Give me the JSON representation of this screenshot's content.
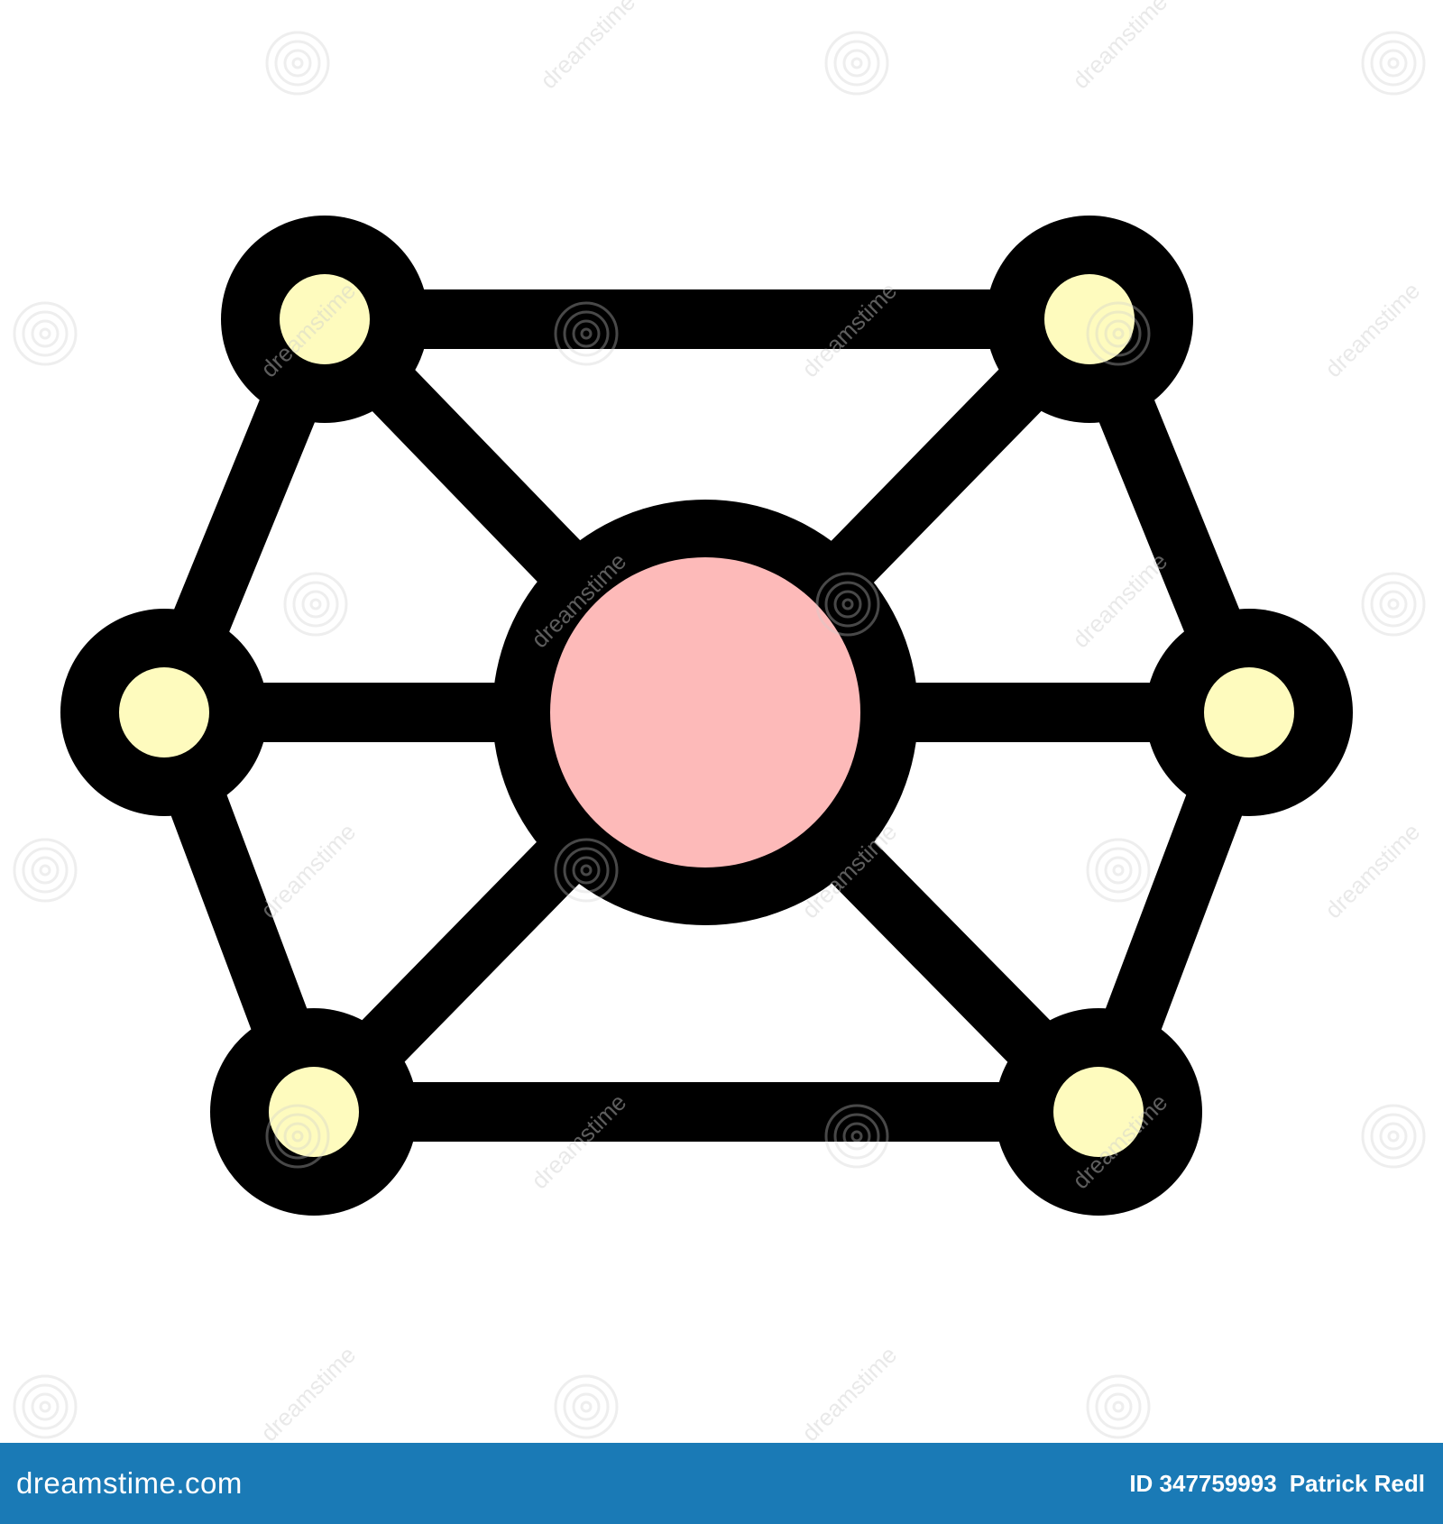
{
  "colors": {
    "stroke": "#000000",
    "hub_fill": "#fdbab9",
    "node_fill": "#fefbbe",
    "background": "#ffffff",
    "footer_bg": "#1a7ab6",
    "footer_text": "#ffffff",
    "watermark": "#cfcfcf"
  },
  "graph": {
    "hub": {
      "name": "hub"
    },
    "nodes": [
      {
        "name": "top-left"
      },
      {
        "name": "top-right"
      },
      {
        "name": "left"
      },
      {
        "name": "right"
      },
      {
        "name": "bottom-left"
      },
      {
        "name": "bottom-right"
      }
    ],
    "edges": [
      [
        "top-left",
        "top-right"
      ],
      [
        "top-right",
        "right"
      ],
      [
        "right",
        "bottom-right"
      ],
      [
        "bottom-right",
        "bottom-left"
      ],
      [
        "bottom-left",
        "left"
      ],
      [
        "left",
        "top-left"
      ],
      [
        "hub",
        "top-left"
      ],
      [
        "hub",
        "top-right"
      ],
      [
        "hub",
        "left"
      ],
      [
        "hub",
        "right"
      ],
      [
        "hub",
        "bottom-left"
      ],
      [
        "hub",
        "bottom-right"
      ]
    ]
  },
  "watermark": {
    "text": "dreamstime",
    "icon": "spiral-icon"
  },
  "footer": {
    "brand": "dreamstime.com",
    "id_label": "ID 347759993",
    "author": "Patrick Redl"
  }
}
